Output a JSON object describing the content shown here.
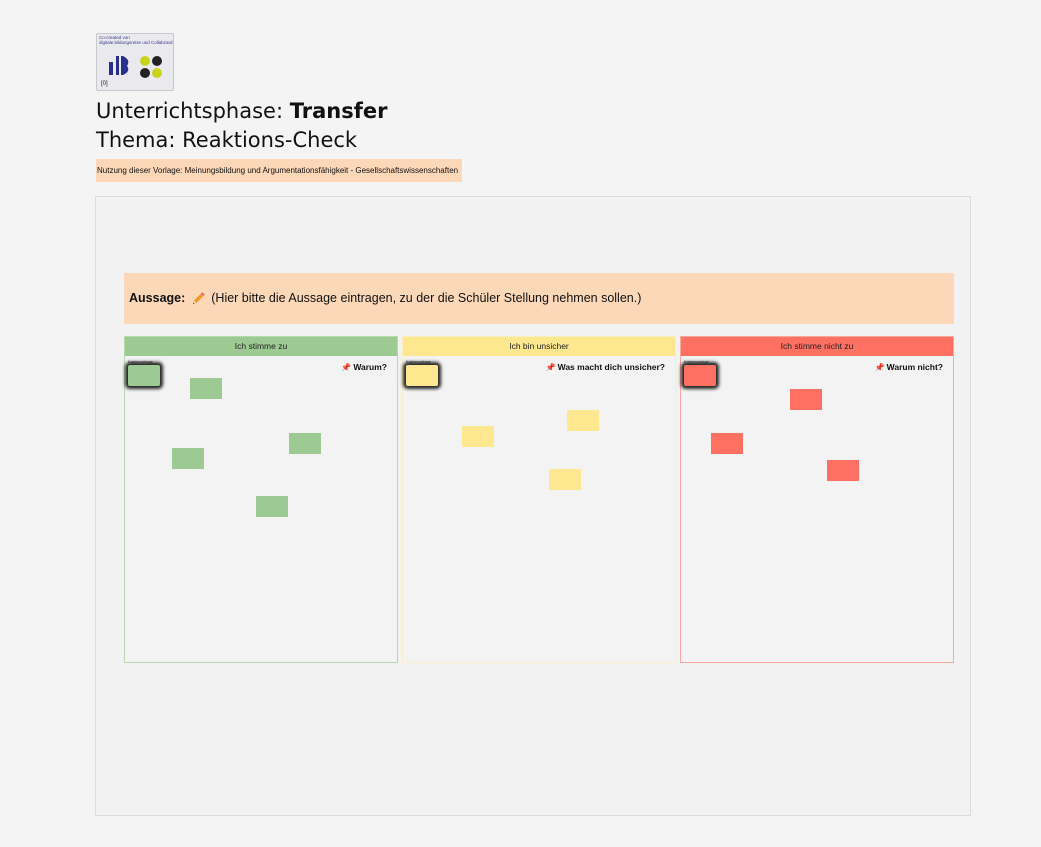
{
  "logo": {
    "caption": "Co-created von digitale.bildungsreise und Collabzard",
    "count": "[0]"
  },
  "header": {
    "phase_label": "Unterrichtsphase: ",
    "phase_value": "Transfer",
    "topic": "Thema: Reaktions-Check",
    "usage": "Nutzung dieser Vorlage: Meinungsbildung und Argumentationsfähigkeit - Gesellschaftswissenschaften"
  },
  "statement": {
    "label": "Aussage:",
    "icon": "pencil-icon",
    "text": "(Hier bitte die Aussage eintragen, zu der die Schüler Stellung nehmen sollen.)"
  },
  "columns": [
    {
      "title": "Ich stimme zu",
      "prompt": "Warum?",
      "sample_tag": "Kartenvorlage",
      "header_color": "#9dc993",
      "border_color": "#b6d9ad",
      "note_color": "#9dc993"
    },
    {
      "title": "Ich bin unsicher",
      "prompt": "Was macht dich unsicher?",
      "sample_tag": "Kartenvorlage",
      "header_color": "#fde78f",
      "border_color": "#fbeec0",
      "note_color": "#fde78f"
    },
    {
      "title": "Ich stimme nicht zu",
      "prompt": "Warum nicht?",
      "sample_tag": "Kartenvorlage",
      "header_color": "#fd7062",
      "border_color": "#f9a8a0",
      "note_color": "#fd7062"
    }
  ],
  "colors": {
    "background": "#f4f4f4",
    "board": "#f2f2f2",
    "accent_peach": "#fdd8b8",
    "pin": "#d01c1c"
  }
}
